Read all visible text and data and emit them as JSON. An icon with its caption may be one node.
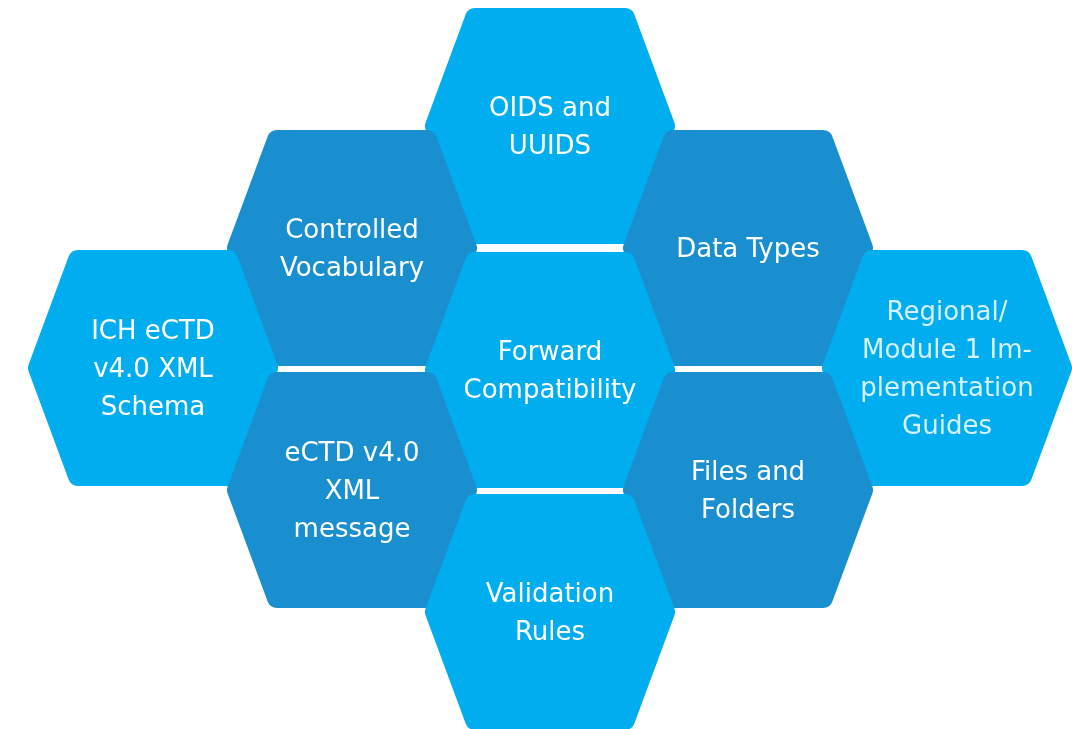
{
  "diagram": {
    "nodes": [
      {
        "text": [
          "OIDS and UUIDS"
        ]
      },
      {
        "text": [
          "Controlled Vocabulary"
        ]
      },
      {
        "text": [
          "Data Types"
        ]
      },
      {
        "text": [
          "ICH eCTD v4.0 XML Schema"
        ]
      },
      {
        "text": [
          "Forward Compatibility"
        ]
      },
      {
        "text": [
          "Regional/ Module 1 Im- plementation Guides"
        ]
      },
      {
        "text": [
          "eCTD v4.0 XML message"
        ]
      },
      {
        "text": [
          "Files and Folders"
        ]
      },
      {
        "text": [
          "Validation Rules"
        ]
      }
    ]
  }
}
